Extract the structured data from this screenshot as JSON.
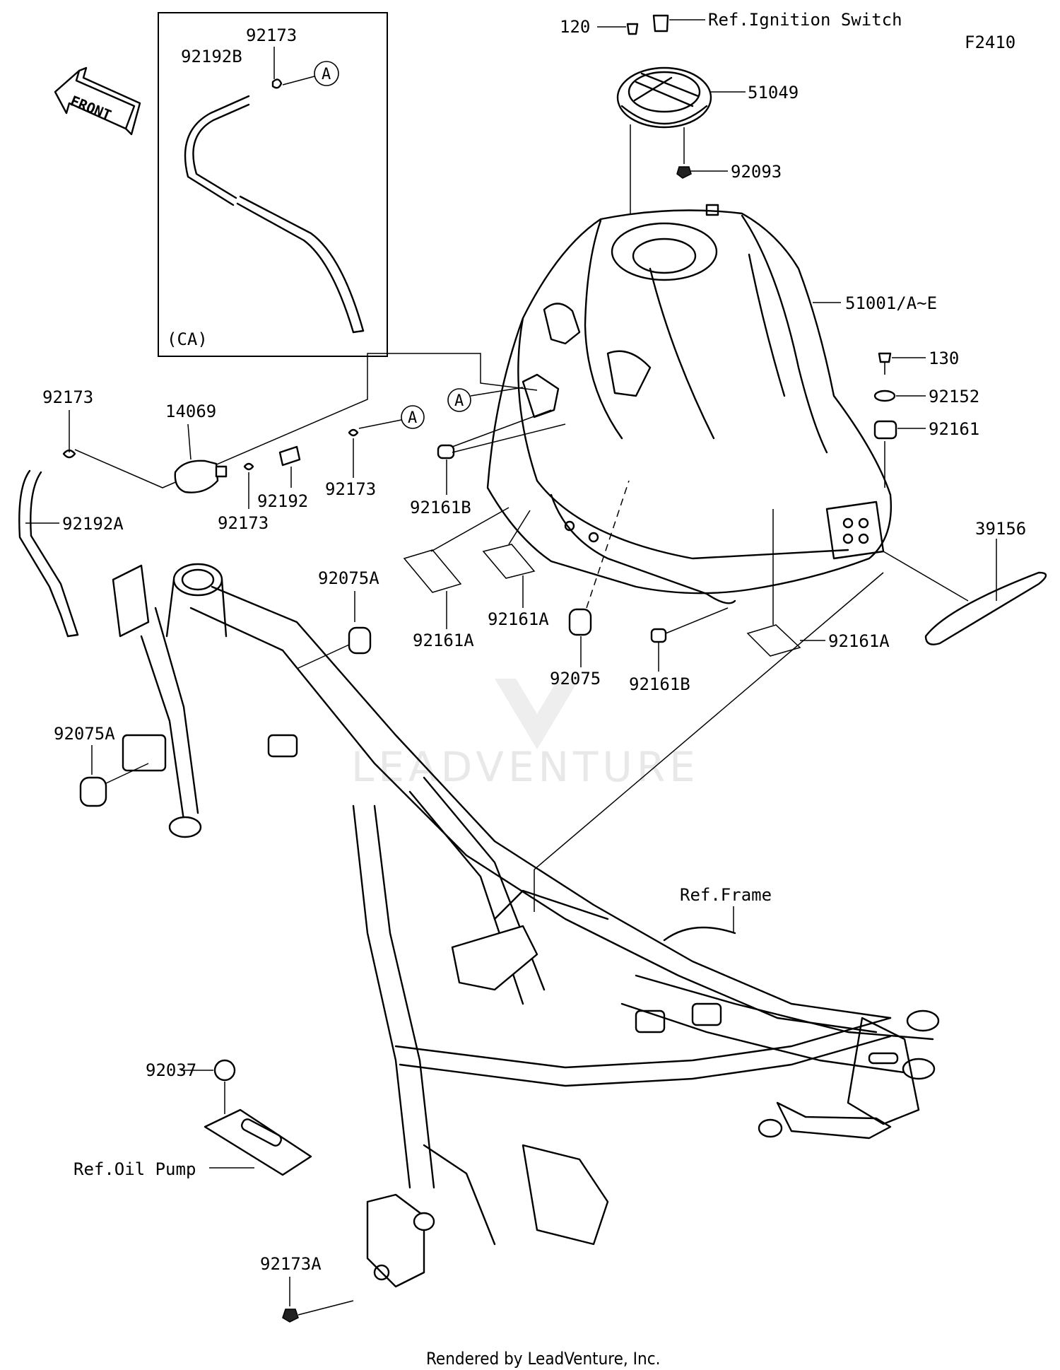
{
  "diagram_code": "F2410",
  "front_label": "FRONT",
  "inset": {
    "region_label": "(CA)",
    "part_1": "92173",
    "part_2": "92192B",
    "ref_marker": "A"
  },
  "labels": {
    "p120": "120",
    "ref_ignition": "Ref.Ignition Switch",
    "p51049": "51049",
    "p92093": "92093",
    "p51001": "51001/A~E",
    "p130": "130",
    "p92152": "92152",
    "p92161": "92161",
    "p39156": "39156",
    "p92173_left": "92173",
    "p14069": "14069",
    "marker_a_hose": "A",
    "marker_a_tank": "A",
    "p92192A": "92192A",
    "p92192": "92192",
    "p92173_mid": "92173",
    "p92173_low": "92173",
    "p92161B_left": "92161B",
    "p92075A_top": "92075A",
    "p92161A_1": "92161A",
    "p92161A_2": "92161A",
    "p92161A_3": "92161A",
    "p92075": "92075",
    "p92161B_right": "92161B",
    "p92075A_left": "92075A",
    "ref_frame": "Ref.Frame",
    "p92037": "92037",
    "ref_oil_pump": "Ref.Oil Pump",
    "p92173A": "92173A"
  },
  "watermark": "LEADVENTURE",
  "footer": "Rendered by LeadVenture, Inc."
}
